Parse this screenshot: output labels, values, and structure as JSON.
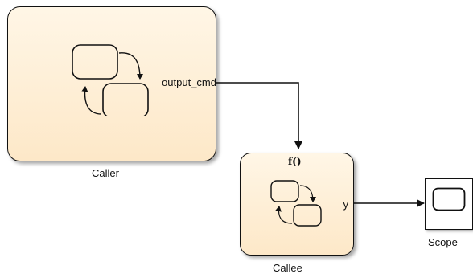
{
  "blocks": {
    "caller": {
      "name": "Caller",
      "output_port": "output_cmd"
    },
    "callee": {
      "name": "Callee",
      "output_port": "y",
      "trigger_symbol": "f()"
    },
    "scope": {
      "name": "Scope"
    }
  },
  "colors": {
    "block_fill_top": "#fff6e6",
    "block_fill_bottom": "#fde8c8",
    "line": "#111111"
  },
  "icons": [
    "stateflow-chart-icon",
    "function-call-trigger-icon",
    "scope-screen-icon",
    "arrow-head-icon"
  ]
}
